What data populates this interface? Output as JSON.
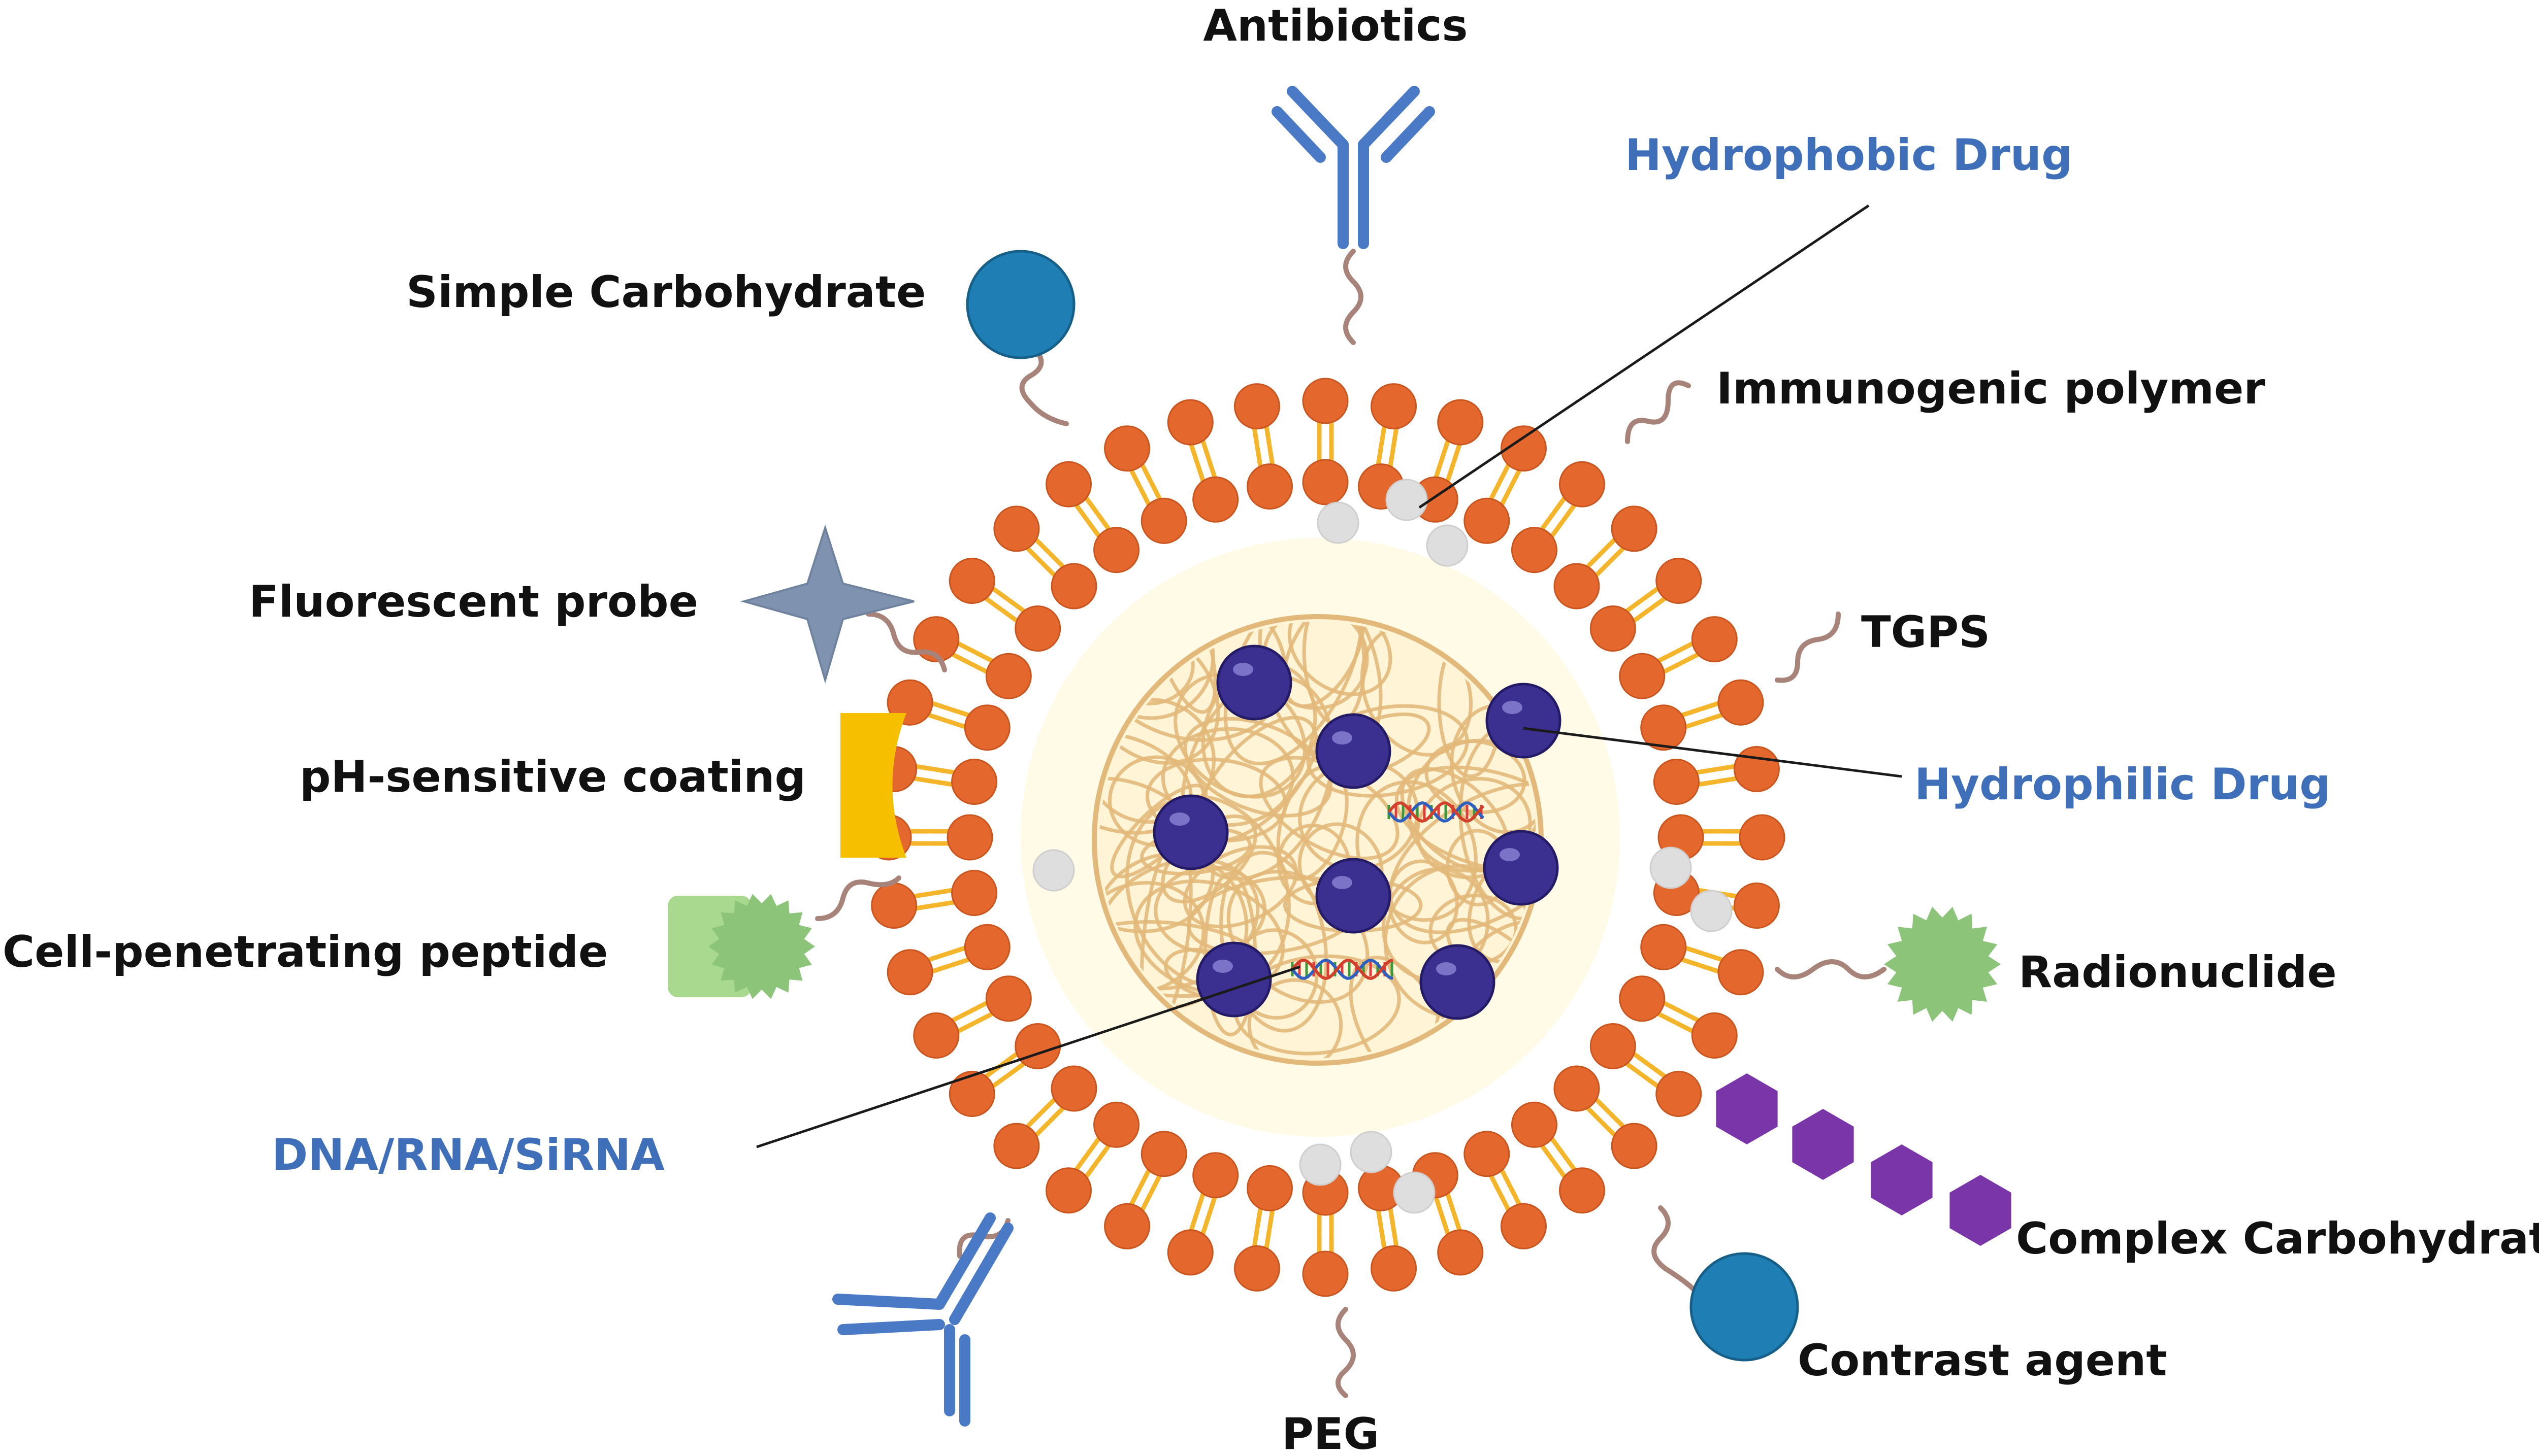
{
  "labels": {
    "antibiotics": "Antibiotics",
    "hydrophobic_drug": "Hydrophobic Drug",
    "simple_carbohydrate": "Simple Carbohydrate",
    "immunogenic_polymer": "Immunogenic polymer",
    "fluorescent_probe": "Fluorescent probe",
    "tgps": "TGPS",
    "ph_sensitive_coating": "pH-sensitive coating",
    "hydrophilic_drug": "Hydrophilic Drug",
    "cell_penetrating_peptide": "Cell-penetrating peptide",
    "radionuclide": "Radionuclide",
    "dna_rna_sirna": "DNA/RNA/SiRNA",
    "complex_carbohydrate": "Complex Carbohydrate",
    "contrast_agent": "Contrast agent",
    "peg": "PEG"
  },
  "colors": {
    "lipid_head": "#e4672e",
    "lipid_tail": "#f5b52b",
    "core_fill": "#fffbe6",
    "polymer_strand": "#e2b97a",
    "drug_particle": "#3b2f8f",
    "label_text": "#111111",
    "drug_label_text": "#3f6fb8",
    "antibody": "#4a79c6",
    "carbohydrate_ball": "#1f7fb4",
    "complex_carbohydrate": "#7a35a8",
    "radionuclide": "#8cc47a",
    "peptide_block": "#a9d88f",
    "ph_coating": "#f6c000",
    "fluorescent_star": "#7f93b0",
    "hydrophobic_particle": "#dedede",
    "linker": "#a7837a"
  },
  "icons": [
    "antibody-icon",
    "simple-carbohydrate-icon",
    "star-probe-icon",
    "ph-coating-icon",
    "peptide-icon",
    "radionuclide-icon",
    "hexagon-chain-icon",
    "contrast-agent-icon",
    "dna-helix-icon"
  ]
}
